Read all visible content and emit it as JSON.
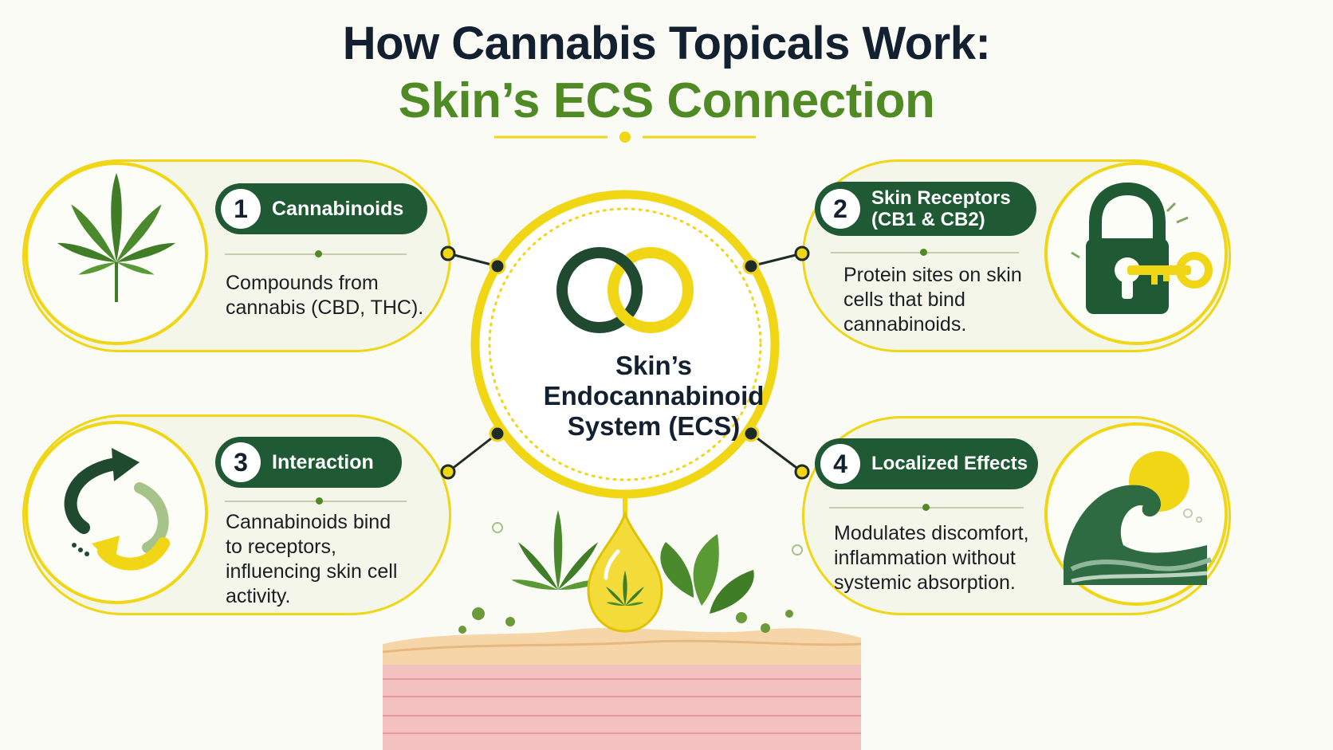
{
  "title": {
    "line1": "How Cannabis Topicals Work:",
    "line2": "Skin’s ECS Connection"
  },
  "center": {
    "label": "Skin’s Endocannabinoid System (ECS)",
    "line1": "Skin’s",
    "line2": "Endocannabinoid",
    "line3": "System (ECS)",
    "icon": "interlocking-rings-icon"
  },
  "steps": [
    {
      "number": "1",
      "title": "Cannabinoids",
      "desc_lines": [
        "Compounds from",
        "cannabis (CBD, THC)."
      ],
      "icon": "cannabis-leaf-icon"
    },
    {
      "number": "2",
      "title_lines": [
        "Skin Receptors",
        "(CB1 & CB2)"
      ],
      "desc_lines": [
        "Protein sites on skin",
        "cells that bind",
        "cannabinoids."
      ],
      "icon": "padlock-key-icon"
    },
    {
      "number": "3",
      "title": "Interaction",
      "desc_lines": [
        "Cannabinoids bind",
        "to receptors,",
        "influencing skin cell",
        "activity."
      ],
      "icon": "cycle-arrows-icon"
    },
    {
      "number": "4",
      "title": "Localized Effects",
      "desc_lines": [
        "Modulates discomfort,",
        "inflammation without",
        "systemic absorption."
      ],
      "icon": "wave-icon"
    }
  ],
  "colors": {
    "dark_green": "#1f5a35",
    "leaf_green": "#4f8a24",
    "yellow": "#f0d615",
    "navy": "#12202f"
  }
}
